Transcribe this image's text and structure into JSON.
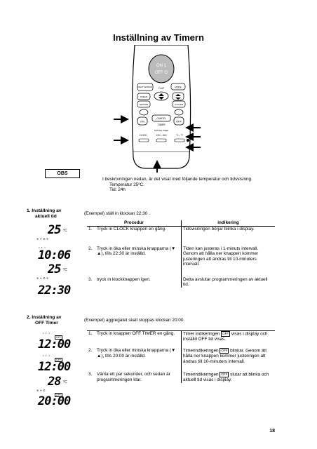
{
  "title": "Inställning av Timern",
  "remote": {
    "display_line1": "ON 1",
    "display_line2": "OFF O",
    "btn_night": "NIGHT SETBACK",
    "btn_mode": "MODE",
    "flap": "FLAP",
    "btn_speed": "SPEED",
    "btn_sensor": "SENSOR",
    "btn_louver": "LOUVER",
    "btn_on": "ON",
    "btn_cancel": "CANCEL",
    "btn_timer": "TIMER",
    "btn_off": "OFF",
    "setting_text": "SETTING TIMER",
    "btn_clock": "CLOCK",
    "btn_24h": "12H⇔24H",
    "btn_cf": "°C⇔°F"
  },
  "obs": {
    "label": "OBS",
    "line1": "I beskrivningen nedan, är det visat med följande temperatur och tidsvisning.",
    "line2": "Temperatur 25ºC.",
    "line3": "Tid: 24h"
  },
  "section1": {
    "title_line1": "1.  Inställning av",
    "title_line2": "aktuell tid",
    "example": "(Exempel) ställ in klockan 22:30 .",
    "header_proc": "Procedur",
    "header_ind": "indikering",
    "steps": [
      {
        "num": "1.",
        "proc": "Tryck in CLOCK knappen en gång.",
        "ind": "Tidsvisningen börjar blinka i display."
      },
      {
        "num": "2.",
        "proc": "Tryck in öka eller minska knapparna (▼ ▲), tills 22:30 är inställd.",
        "ind": "Tiden kan justeras i 1-minuts intervall. Genom att hålla ner knappen kommer justeringen att ändras till 10-minuters intervall."
      },
      {
        "num": "3.",
        "proc": "tryck in klockknappen igen.",
        "ind": "Detta avslutar programmeringen av aktuell tid."
      }
    ],
    "lcd": [
      {
        "temp": "25",
        "unit": "°C",
        "time": "10:06"
      },
      {
        "temp": "25",
        "unit": "°C",
        "time": "22:30"
      }
    ]
  },
  "section2": {
    "title_line1": "2.  Inställning  av",
    "title_line2": "OFF Timer",
    "example": "(Exempel) aggregatet skall stoppas klockan 20:00.",
    "steps": [
      {
        "num": "1.",
        "proc": "Tryck in knappen OFF TIMER en gång.",
        "ind_pre": "Timer indikeringen",
        "badge": "OFF",
        "ind_post": "visas i display och inställd OFF tid visas."
      },
      {
        "num": "2.",
        "proc": "Tryck in öka eller minska knapparna (▼ ▲), tills 20:00 är inställd.",
        "ind_pre": "Timerindikeringen",
        "badge": "OFF",
        "ind_post": "blinkar. Genom att hålla ner knappen kommer justeringen att ändras till 10-minuters intervall."
      },
      {
        "num": "3.",
        "proc": "Vänta ett par sekunder, och sedan är programmeringen klar.",
        "ind_pre": "Timerindikeringen",
        "badge": "OFF",
        "ind_post": "slutar att blinka och aktuell tid visas i display."
      }
    ],
    "lcd": [
      {
        "badge": "OFF",
        "time": "12:00"
      },
      {
        "badge": "OFF",
        "time": "12:00"
      },
      {
        "temp": "28",
        "unit": "°C",
        "badge": "OFF",
        "time": "20:00"
      }
    ]
  },
  "page_number": "18"
}
